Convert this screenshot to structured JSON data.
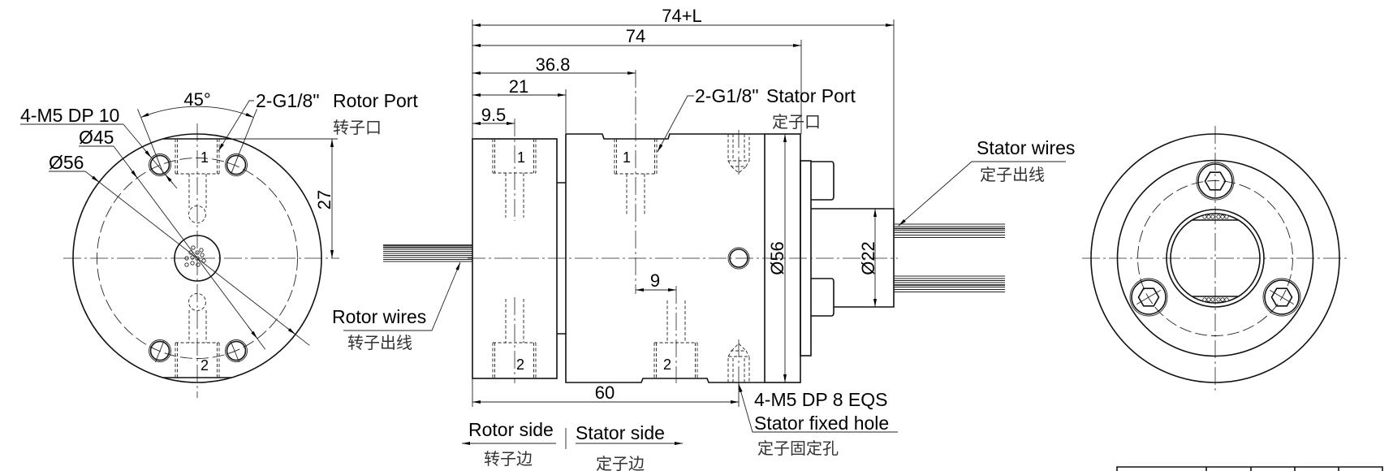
{
  "colors": {
    "line": "#111111",
    "background": "#ffffff",
    "cn_text": "#333333"
  },
  "left_view": {
    "hole_callout": "4-M5 DP 10",
    "pcd_callout": "Ø45",
    "od_callout": "Ø56",
    "angle": "45°",
    "port_spec": "2-G1/8\"",
    "port_label": "Rotor Port",
    "port_label_cn": "转子口",
    "port_height": "27",
    "port_numbers": [
      "1",
      "2"
    ]
  },
  "side_view": {
    "dims": {
      "overall_length": "74+L",
      "body_length": "74",
      "stator_port_offset": "36.8",
      "rotor_length": "21",
      "rotor_port_offset": "9.5",
      "port_pitch": "9",
      "fixing_hole_offset": "60",
      "flange_diameter": "Ø56",
      "hub_diameter": "Ø22"
    },
    "stator_port": {
      "spec": "2-G1/8\"",
      "label": "Stator Port",
      "label_cn": "定子口"
    },
    "rotor_wires": {
      "label": "Rotor wires",
      "label_cn": "转子出线"
    },
    "stator_wires": {
      "label": "Stator wires",
      "label_cn": "定子出线"
    },
    "fixing_hole": {
      "spec": "4-M5 DP 8 EQS",
      "label": "Stator fixed hole",
      "label_cn": "定子固定孔"
    },
    "sides": {
      "rotor": "Rotor side",
      "rotor_cn": "转子边",
      "stator": "Stator side",
      "stator_cn": "定子边"
    },
    "rotor_port_numbers": [
      "1",
      "2"
    ],
    "stator_port_numbers": [
      "1",
      "2"
    ]
  }
}
